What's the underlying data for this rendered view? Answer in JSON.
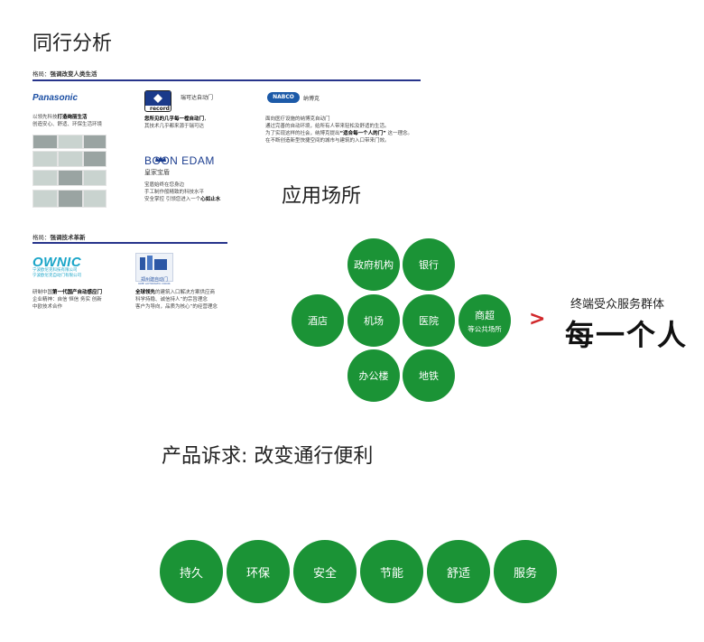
{
  "title": "同行分析",
  "section1": {
    "label_prefix": "格局：",
    "label_bold": "强调改变人类生活",
    "panasonic": {
      "logo": "Panasonic",
      "line1_pre": "以领先科技",
      "line1_bold": "打造绚丽生活",
      "line2": "创造安心、舒适、环保生活环境"
    },
    "record": {
      "logo_cn": "瑞可达自动门",
      "logo_en": "record",
      "line1_bold": "您所见的几乎每一樘自动门",
      "line1_post": "，",
      "line2": "其技术几乎都来源于瑞可达"
    },
    "nabco": {
      "logo_en": "NABCO",
      "logo_cn": "纳博克",
      "line1": "面向医疗设施的纳博克自动门",
      "line2": "通过完善的自动环境，给所有人带来轻松及舒适的生活。",
      "line3_pre": "为了实现这样的社会，纳博克提出",
      "line3_bold": "“适合每一个人的门”",
      "line3_post": " 这一理念。",
      "line4": "在不断创造新型快捷空间的城市与建筑的入口带来门效。"
    },
    "boonedam": {
      "logo": "BOON EDAM",
      "logo_cn": "皇家宝盾",
      "line1": "宝盾始终在您身边",
      "line2": "手工制作般精致的科技水平",
      "line3_pre": "安全掌控 引领您进入一个",
      "line3_bold": "心如止水"
    }
  },
  "section2": {
    "label_prefix": "格局：",
    "label_bold": "强调技术革新",
    "ownic": {
      "logo": "OWNIC",
      "logo_sub1": "宁波欧尼克科技有限公司",
      "logo_sub2": "宁波欧尼克自动门有限公司",
      "line1_pre": "研制中国",
      "line1_bold": "第一代国产自动感应门",
      "line2": "企业精神：自信 恒信 务实 创新",
      "line3": "中欧技术合作"
    },
    "second": {
      "logo_cn": "郑州建自动门",
      "logo_en": "KME AUTOMATIC DOOR",
      "line1_bold": "全球领先",
      "line1_post": "的建筑入口解决方案供应商",
      "line2": "科学持稳、诚信持人”的宗旨理念",
      "line3": "客户为导向，品质为核心”的经营理念"
    }
  },
  "venues": {
    "title": "应用场所",
    "items": [
      "政府机构",
      "银行",
      "酒店",
      "机场",
      "医院",
      "商超",
      "办公楼",
      "地铁"
    ],
    "mall_sub": "等公共场所",
    "arrow": ">",
    "target_small": "终端受众服务群体",
    "target_big": "每一个人"
  },
  "product": {
    "title": "产品诉求: 改变通行便利",
    "items": [
      "持久",
      "环保",
      "安全",
      "节能",
      "舒适",
      "服务"
    ]
  },
  "colors": {
    "green": "#1b9336",
    "rule": "#27348b",
    "arrow": "#d1282b",
    "panasonic": "#1a4ea3",
    "ownic": "#1aa5c8"
  }
}
